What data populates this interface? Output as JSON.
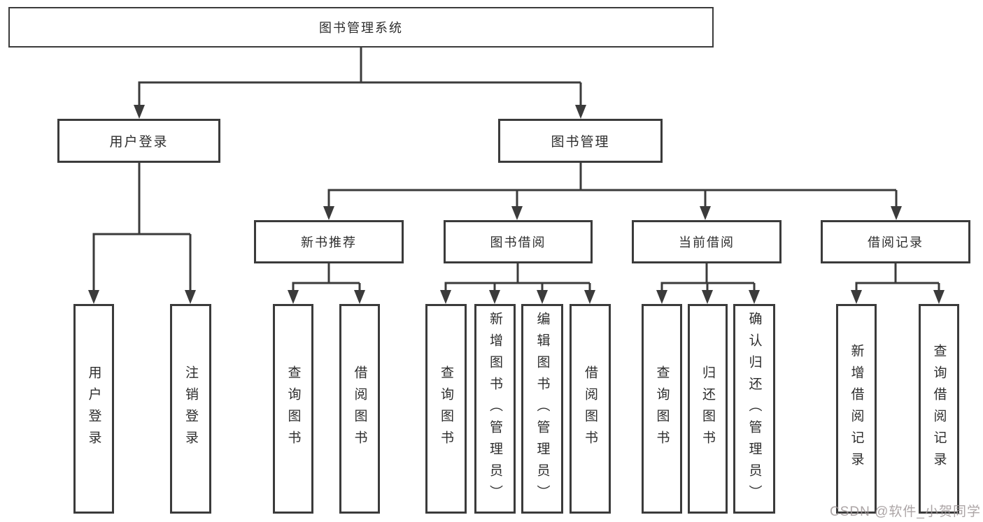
{
  "tree": {
    "root": {
      "label": "图书管理系统"
    },
    "branches": [
      {
        "label": "用户登录",
        "children": [
          {
            "label": "用户登录"
          },
          {
            "label": "注销登录"
          }
        ]
      },
      {
        "label": "图书管理",
        "children": [
          {
            "label": "新书推荐",
            "children": [
              {
                "label": "查询图书"
              },
              {
                "label": "借阅图书"
              }
            ]
          },
          {
            "label": "图书借阅",
            "children": [
              {
                "label": "查询图书"
              },
              {
                "label": "新增图书（管理员）"
              },
              {
                "label": "编辑图书（管理员）"
              },
              {
                "label": "借阅图书"
              }
            ]
          },
          {
            "label": "当前借阅",
            "children": [
              {
                "label": "查询图书"
              },
              {
                "label": "归还图书"
              },
              {
                "label": "确认归还（管理员）"
              }
            ]
          },
          {
            "label": "借阅记录",
            "children": [
              {
                "label": "新增借阅记录"
              },
              {
                "label": "查询借阅记录"
              }
            ]
          }
        ]
      }
    ]
  },
  "watermark": {
    "text": "CSDN @软件_小贺同学"
  },
  "colors": {
    "line": "#3b3b3b",
    "text": "#2d2d2d",
    "watermark": "#9e9697",
    "background": "#ffffff"
  }
}
